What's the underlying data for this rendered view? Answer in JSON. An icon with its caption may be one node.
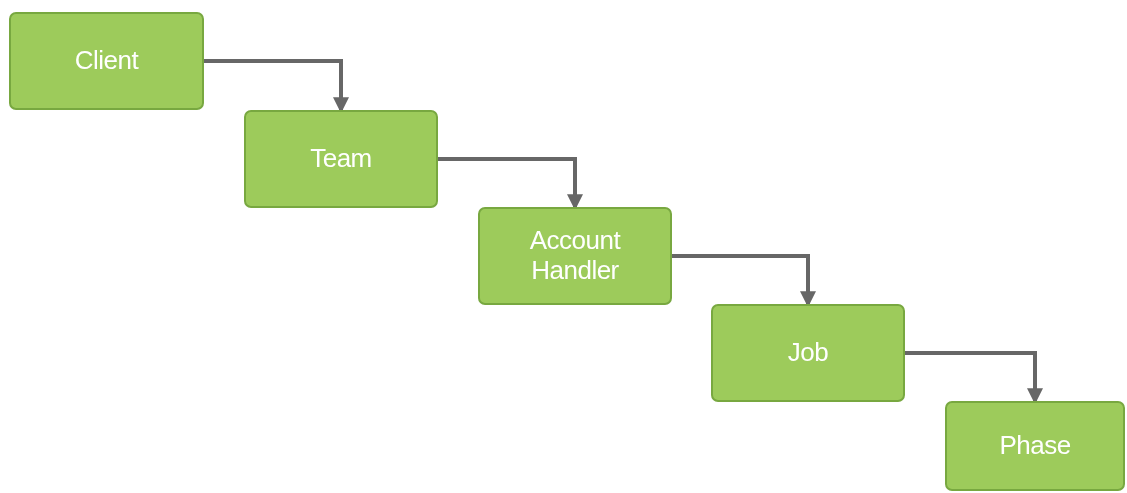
{
  "diagram": {
    "nodes": [
      {
        "text": [
          "Client"
        ]
      },
      {
        "text": [
          "Team"
        ]
      },
      {
        "text": [
          "Account Handler"
        ]
      },
      {
        "text": [
          "Job"
        ]
      },
      {
        "text": [
          "Phase"
        ]
      }
    ],
    "edges": [
      {
        "from": 0,
        "to": 1,
        "arrow": "to"
      },
      {
        "from": 1,
        "to": 2,
        "arrow": "to"
      },
      {
        "from": 2,
        "to": 3,
        "arrow": "to"
      },
      {
        "from": 3,
        "to": 4,
        "arrow": "to"
      }
    ]
  }
}
